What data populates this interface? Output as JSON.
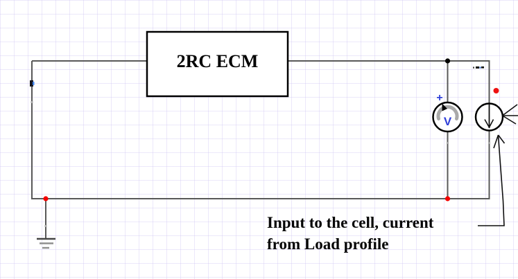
{
  "diagram": {
    "title": "2RC ECM",
    "annotation": {
      "line1": "Input to the cell, current",
      "line2": "from Load profile"
    },
    "voltmeter": {
      "label": "V",
      "polarity": "+"
    },
    "icons": [
      "voltmeter-icon",
      "current-source-icon",
      "ground-icon",
      "arrow-left-icon",
      "annotation-arrow-icon"
    ],
    "colors": {
      "wire": "#585858",
      "component_outline": "#000000",
      "junction_dot": "#000000",
      "node_dot_red": "#f40000",
      "voltmeter_blue": "#2f3fd8",
      "gauge_arc_gray": "#a9a9a9",
      "background": "#ffffff",
      "grid_line": "#cec4f2"
    }
  }
}
